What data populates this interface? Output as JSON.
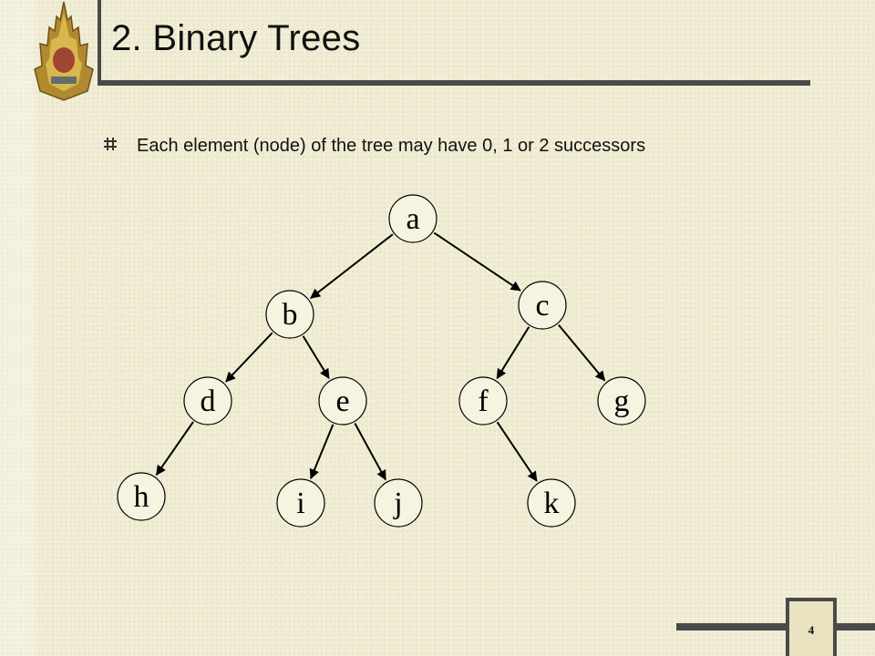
{
  "slide": {
    "title": "2. Binary Trees",
    "bullet": "Each element (node) of the tree may have 0, 1 or 2 successors",
    "page_number": "4"
  },
  "tree": {
    "nodes": [
      {
        "id": "a",
        "label": "a"
      },
      {
        "id": "b",
        "label": "b"
      },
      {
        "id": "c",
        "label": "c"
      },
      {
        "id": "d",
        "label": "d"
      },
      {
        "id": "e",
        "label": "e"
      },
      {
        "id": "f",
        "label": "f"
      },
      {
        "id": "g",
        "label": "g"
      },
      {
        "id": "h",
        "label": "h"
      },
      {
        "id": "i",
        "label": "i"
      },
      {
        "id": "j",
        "label": "j"
      },
      {
        "id": "k",
        "label": "k"
      }
    ],
    "edges": [
      {
        "from": "a",
        "to": "b"
      },
      {
        "from": "a",
        "to": "c"
      },
      {
        "from": "b",
        "to": "d"
      },
      {
        "from": "b",
        "to": "e"
      },
      {
        "from": "c",
        "to": "f"
      },
      {
        "from": "c",
        "to": "g"
      },
      {
        "from": "d",
        "to": "h"
      },
      {
        "from": "e",
        "to": "i"
      },
      {
        "from": "e",
        "to": "j"
      },
      {
        "from": "f",
        "to": "k"
      }
    ]
  },
  "colors": {
    "background": "#f1edd4",
    "rule": "#4a4a4a",
    "node_fill": "#f6f3e0",
    "ink": "#000000"
  },
  "icons": {
    "bullet": "pound-bullet-icon",
    "logo": "emblem-logo"
  }
}
